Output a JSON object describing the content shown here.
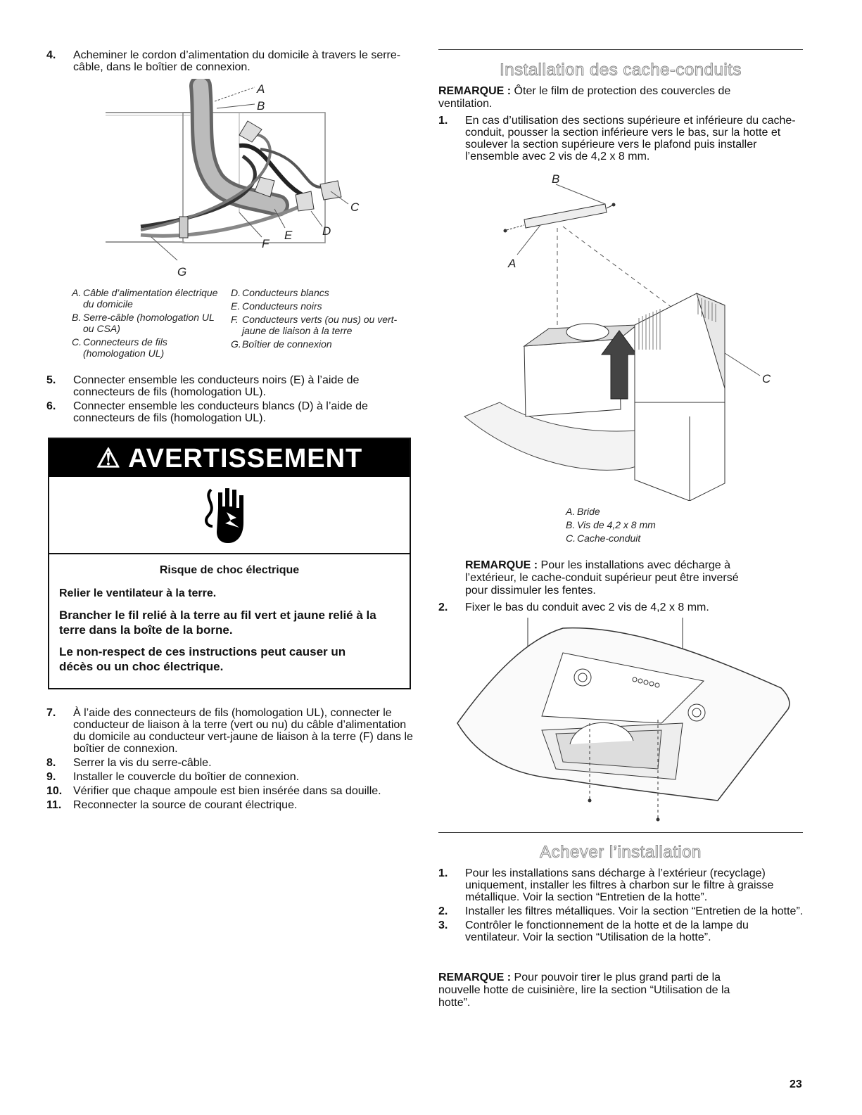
{
  "left": {
    "steps_top": [
      {
        "num": "4.",
        "text": "Acheminer le cordon d’alimentation du domicile à travers le serre-câble, dans le boîtier de connexion."
      }
    ],
    "fig1_labels": {
      "A": "A",
      "B": "B",
      "C": "C",
      "D": "D",
      "E": "E",
      "F": "F",
      "G": "G"
    },
    "legend_col1": [
      {
        "k": "A.",
        "v": "Câble d’alimentation électrique du domicile"
      },
      {
        "k": "B.",
        "v": "Serre-câble (homologation UL ou CSA)"
      },
      {
        "k": "C.",
        "v": "Connecteurs de fils (homologation UL)"
      }
    ],
    "legend_col2": [
      {
        "k": "D.",
        "v": "Conducteurs blancs"
      },
      {
        "k": "E.",
        "v": "Conducteurs noirs"
      },
      {
        "k": "F.",
        "v": "Conducteurs verts (ou nus) ou vert-jaune de liaison à la terre"
      },
      {
        "k": "G.",
        "v": "Boîtier de connexion"
      }
    ],
    "steps_mid": [
      {
        "num": "5.",
        "text": "Connecter ensemble les conducteurs noirs (E) à l’aide de connecteurs de fils (homologation UL)."
      },
      {
        "num": "6.",
        "text": "Connecter ensemble les conducteurs blancs (D) à l’aide de connecteurs de fils (homologation UL)."
      }
    ],
    "warning": {
      "title": "AVERTISSEMENT",
      "hazard": "Risque de choc électrique",
      "line1": "Relier le ventilateur à la terre.",
      "line2": "Brancher le fil relié à la terre au fil vert et jaune relié à la terre dans la boîte de la borne.",
      "line3": "Le non-respect de ces instructions peut causer un décès ou un choc électrique."
    },
    "steps_bottom": [
      {
        "num": "7.",
        "text": "À l’aide des connecteurs de fils (homologation UL), connecter le conducteur de liaison à la terre (vert ou nu) du câble d’alimentation du domicile au conducteur vert-jaune de liaison à la terre (F) dans le boîtier de connexion."
      },
      {
        "num": "8.",
        "text": "Serrer la vis du serre-câble."
      },
      {
        "num": "9.",
        "text": "Installer le couvercle du boîtier de connexion."
      },
      {
        "num": "10.",
        "text": "Vérifier que chaque ampoule est bien insérée dans sa douille."
      },
      {
        "num": "11.",
        "text": "Reconnecter la source de courant électrique."
      }
    ]
  },
  "right": {
    "section1_title": "Installation des cache-conduits",
    "note1_label": "REMARQUE :",
    "note1_text": " Ôter le film de protection des couvercles de ventilation.",
    "step1": {
      "num": "1.",
      "text": "En cas d’utilisation des sections supérieure et inférieure du cache-conduit, pousser la section inférieure vers le bas, sur la hotte et soulever la section supérieure vers le plafond puis installer l’ensemble avec 2 vis de 4,2 x 8 mm."
    },
    "fig2_labels": {
      "A": "A",
      "B": "B",
      "C": "C"
    },
    "fig2_legend": [
      {
        "k": "A.",
        "v": "Bride"
      },
      {
        "k": "B.",
        "v": "Vis de 4,2 x 8 mm"
      },
      {
        "k": "C.",
        "v": "Cache-conduit"
      }
    ],
    "note2_label": "REMARQUE :",
    "note2_text": " Pour les installations avec décharge à l’extérieur, le cache-conduit supérieur peut être inversé pour dissimuler les fentes.",
    "step2": {
      "num": "2.",
      "text": "Fixer le bas du conduit avec 2 vis de 4,2 x 8 mm."
    },
    "section2_title": "Achever l’installation",
    "steps_final": [
      {
        "num": "1.",
        "text": "Pour les installations sans décharge à l’extérieur (recyclage) uniquement, installer les filtres à charbon sur le filtre à graisse métallique. Voir la section “Entretien de la hotte”."
      },
      {
        "num": "2.",
        "text": "Installer les filtres métalliques. Voir la section “Entretien de la hotte”."
      },
      {
        "num": "3.",
        "text": "Contrôler le fonctionnement de la hotte et de la lampe du ventilateur. Voir la section “Utilisation de la hotte”."
      }
    ],
    "note3_label": "REMARQUE :",
    "note3_text": " Pour pouvoir tirer le plus grand parti de la nouvelle hotte de cuisinière, lire la section “Utilisation de la hotte”."
  },
  "page_number": "23"
}
